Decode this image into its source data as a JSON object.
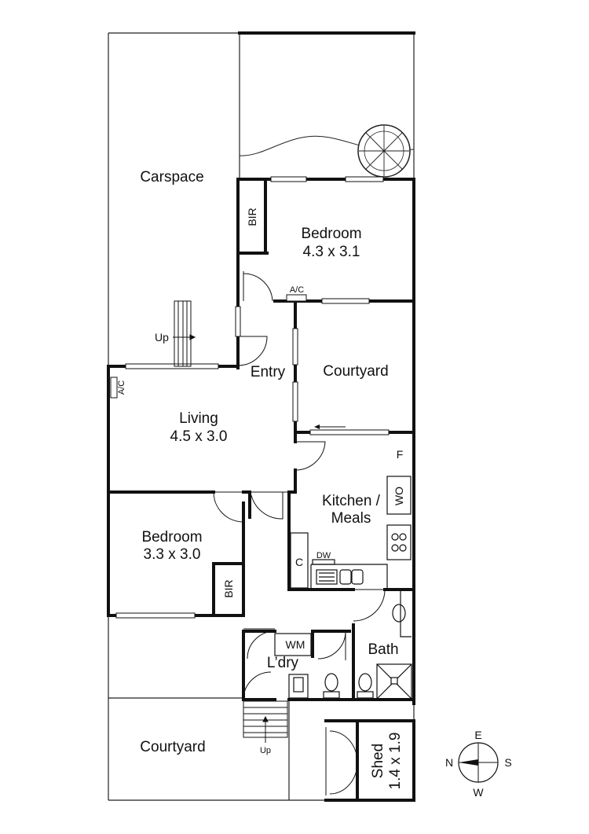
{
  "rooms": {
    "carspace": "Carspace",
    "bedroom1": {
      "name": "Bedroom",
      "size": "4.3 x 3.1"
    },
    "bir1": "BIR",
    "ac1": "A/C",
    "entry": "Entry",
    "up1": "Up",
    "courtyard_mid": "Courtyard",
    "ac2": "A/C",
    "living": {
      "name": "Living",
      "size": "4.5 x 3.0"
    },
    "kitchen": {
      "line1": "Kitchen /",
      "line2": "Meals"
    },
    "fridge": "F",
    "wall_oven": "WO",
    "dishwasher": "DW",
    "cupboard": "C",
    "bedroom2": {
      "name": "Bedroom",
      "size": "3.3 x 3.0"
    },
    "bir2": "BIR",
    "washing_machine": "WM",
    "laundry": "L’dry",
    "bath": "Bath",
    "courtyard_rear": "Courtyard",
    "up2": "Up",
    "shed": {
      "name": "Shed",
      "size": "1.4 x 1.9"
    }
  },
  "compass": {
    "north": "N",
    "east": "E",
    "south": "S",
    "west": "W"
  }
}
